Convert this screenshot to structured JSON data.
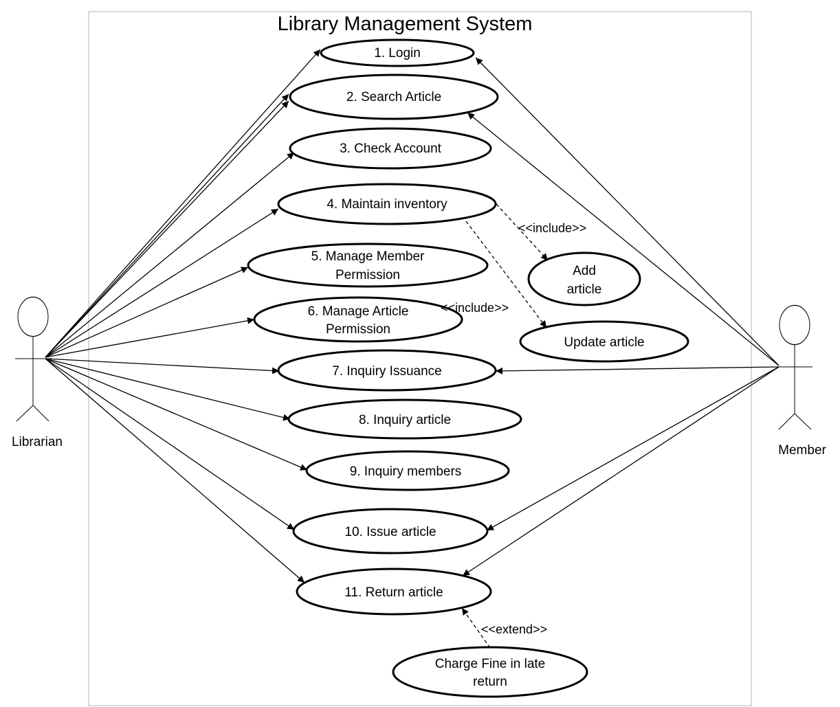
{
  "diagram": {
    "title": "Library Management System",
    "actors": {
      "librarian": "Librarian",
      "member": "Member"
    },
    "use_cases": {
      "login": "1. Login",
      "search_article": "2. Search Article",
      "check_account": "3. Check Account",
      "maintain_inventory": "4. Maintain inventory",
      "manage_member_permission": [
        "5. Manage Member",
        "Permission"
      ],
      "manage_article_permission": [
        "6. Manage Article",
        "Permission"
      ],
      "inquiry_issuance": "7. Inquiry Issuance",
      "inquiry_article": "8. Inquiry article",
      "inquiry_members": "9. Inquiry members",
      "issue_article": "10. Issue article",
      "return_article": "11. Return article",
      "add_article": [
        "Add",
        "article"
      ],
      "update_article": "Update article",
      "charge_fine": [
        "Charge Fine in late",
        "return"
      ]
    },
    "relationships": {
      "include_1": "<<include>>",
      "include_2": "<<include>>",
      "extend": "<<extend>>"
    },
    "associations": {
      "librarian": [
        "login",
        "search_article",
        "check_account",
        "maintain_inventory",
        "manage_member_permission",
        "manage_article_permission",
        "inquiry_issuance",
        "inquiry_article",
        "inquiry_members",
        "issue_article",
        "return_article"
      ],
      "member": [
        "login",
        "search_article",
        "inquiry_issuance",
        "issue_article",
        "return_article"
      ]
    },
    "dependencies": [
      {
        "from": "maintain_inventory",
        "to": "add_article",
        "type": "include"
      },
      {
        "from": "maintain_inventory",
        "to": "update_article",
        "type": "include"
      },
      {
        "from": "charge_fine",
        "to": "return_article",
        "type": "extend"
      }
    ]
  }
}
